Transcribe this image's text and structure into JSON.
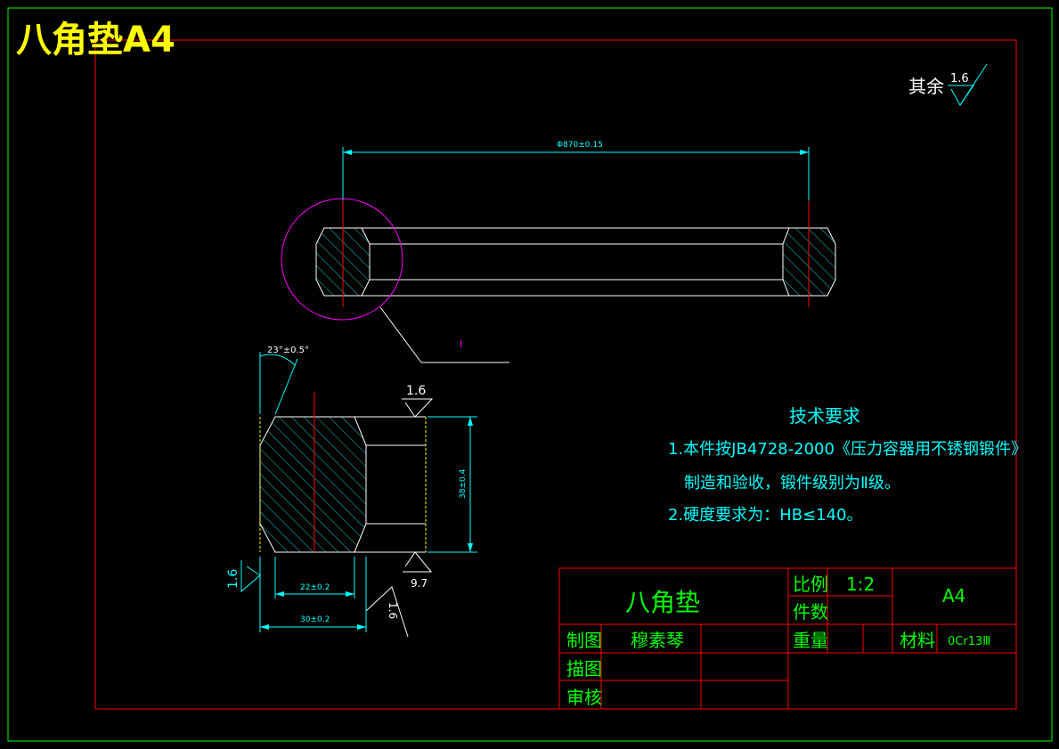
{
  "title": "八角垫A4",
  "roughness_other": {
    "prefix": "其余",
    "value": "1.6"
  },
  "dimensions": {
    "top_diameter": "Φ870±0.15",
    "detail_label": "I",
    "angle": "23°±0.5°",
    "roughness_top": "1.6",
    "roughness_left": "1.6",
    "roughness_bottom_right": "1.6",
    "roughness_bottom": "9.7",
    "height": "38±0.4",
    "inner_width": "22±0.2",
    "total_width": "30±0.2"
  },
  "requirements": {
    "heading": "技术要求",
    "line1": "1.本件按JB4728-2000《压力容器用不锈钢锻件》",
    "line2": "制造和验收，锻件级别为Ⅱ级。",
    "line3": "2.硬度要求为：HB≤140。"
  },
  "title_block": {
    "part_name": "八角垫",
    "scale_label": "比例",
    "scale_value": "1:2",
    "qty_label": "件数",
    "format": "A4",
    "drawn_label": "制图",
    "drawn_by": "穆素琴",
    "weight_label": "重量",
    "material_label": "材料",
    "material_value": "0Cr13Ⅲ",
    "trace_label": "描图",
    "check_label": "审核"
  },
  "colors": {
    "background": "#000000",
    "outer_border": "#00ff00",
    "inner_border": "#ff0000",
    "title": "#ffff00",
    "geometry": "#ffffff",
    "hatch": "#00ffff",
    "dimension": "#00ffff",
    "center_line": "#ff0000",
    "detail_circle": "#ff00ff",
    "title_block_text": "#00ff00",
    "title_block_lines": "#ff0000",
    "edge_yellow": "#ffff00"
  }
}
